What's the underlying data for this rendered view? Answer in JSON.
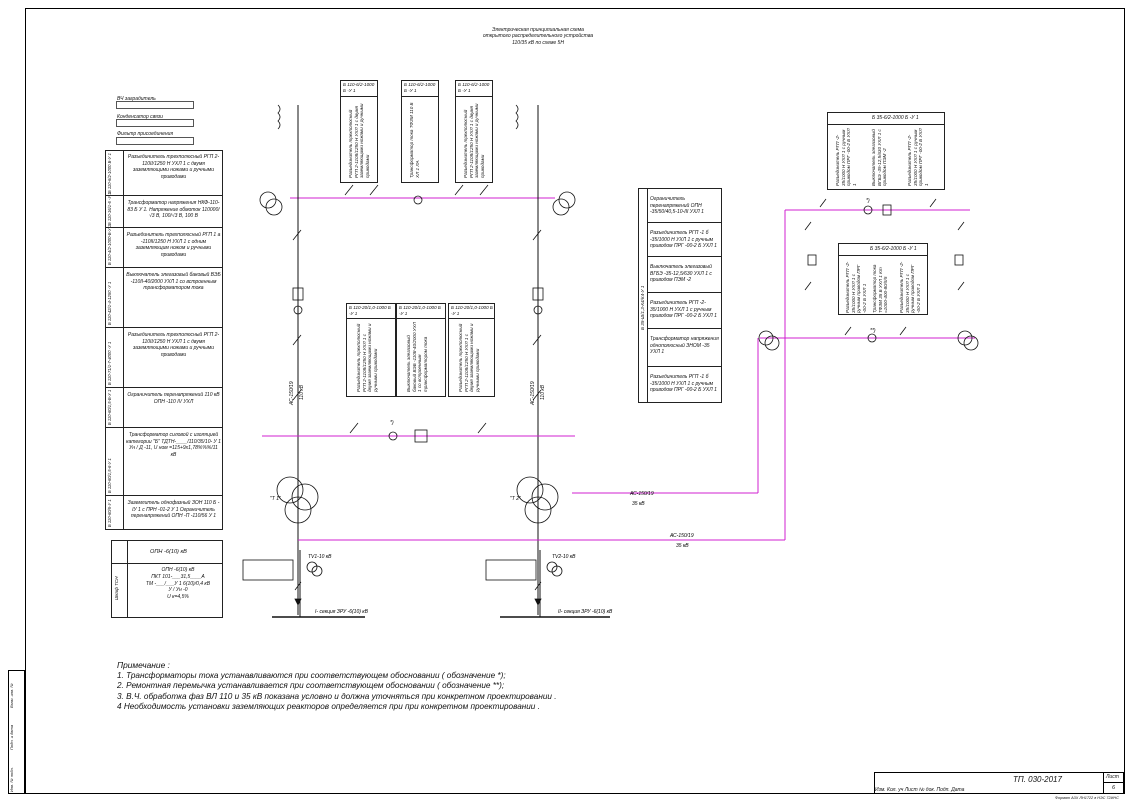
{
  "header": {
    "line1": "Электрическая принципиальная схема",
    "line2": "открытого распределительного устройства",
    "line3": "110/35 кВ по схеме 5Н"
  },
  "left_inputs": [
    {
      "label": "ВЧ заградитель"
    },
    {
      "label": "Конденсатор связи"
    },
    {
      "label": "Фильтр присоединения"
    }
  ],
  "left_table": [
    {
      "code": "Б 110-6/2-1000 Б-У 1",
      "desc": "Разъединитель трехполюсный РГП 2-110II/1250 Н УХЛ 1 с двумя заземляющими ножами и ручными приводами"
    },
    {
      "code": "Б 110-16/1-6 -У 1",
      "desc": "Трансформатор напряжения НКФ-110-83 Б У 1. Напряжение обмоток 110000/√3 В, 100/√3 В, 100 В"
    },
    {
      "code": "Б 110-4/2-1000-Б-У 1",
      "desc": "Разъединитель трехполюсный РГП 1 а -110II/1250 Н УХЛ 1 с одним заземляющим ножом и ручными приводами"
    },
    {
      "code": "Б 110-42/1-4-1250 -У 1",
      "desc": "Выключатель элегазовый баковый ВЭБ -110II-40/2000 УХЛ 1 со встроенным трансформатором тока"
    },
    {
      "code": "Б 110-71/1-7-4000 -У 1",
      "desc": "Разъединитель трехполюсный РГП 2-110II/1250 Н УХЛ 1 с двумя заземляющими ножами и ручными приводами"
    },
    {
      "code": "Б 110-60/1,5-Б-У 1",
      "desc": "Ограничитель перенапряжений 110 кВ ОПН -110 IV УХЛ"
    },
    {
      "code": "Б 110-60/1,5-6-У 1",
      "desc": "Трансформатор силовой с изоляцией категории \"Б\" ТДТН-____/110/35/10- У 1 Ун / Д -11, U ном =115+9х1,78%%%/11 кВ"
    },
    {
      "code": "Б 110-60/5-У 1",
      "desc": "Заземлитель однофазный ЗОН 110 Б -IУ 1 с ПРН -01-2 У 1 Ограничитель перенапряжений ОПН -П -110/56 У 1"
    }
  ],
  "ops_table": {
    "title": "ОПН -6(10) кВ",
    "side": "Шкаф ТСН",
    "lines": [
      "ОПН -6(10) кВ",
      "ПКТ 101-___31,5____А",
      "ТМ -___/___У 1 6(10)/0,4 кВ",
      "У / Ун -0",
      "U к=4,5%"
    ]
  },
  "top_boxes": [
    {
      "code": "Б 110-6/2-1000 Б -У 1",
      "desc": "Разъединитель трехполюсный РГП 2-110II/1250 Н УХЛ 1 с двумя заземляющими ножами и ручными приводами"
    },
    {
      "code": "Б 110-6/2-1000 Б -У 1",
      "desc": "Трансформатор тока ТФЗМ 110 Б ХЛ 1 ЛА"
    },
    {
      "code": "Б 110-6/2-1000 Б -У 1",
      "desc": "Разъединитель трехполюсный РГП 2-110II/1250 Н УХЛ 1 с двумя заземляющими ножами и ручными приводами"
    }
  ],
  "mid_boxes": [
    {
      "code": "Б 110-20/1,0-1000 Б -У 1",
      "desc": "Разъединитель трехполюсный РГП 2-110II/1250 Н УХЛ 1 с двумя заземляющими ножами и ручными приводами"
    },
    {
      "code": "Б 110-20/1,0-1000 Б -У 1",
      "desc": "Выключатель элегазовый баковый ВЭБ -110II-40/2000 УХЛ 1 со встроенным трансформатором тока"
    },
    {
      "code": "Б 110-20/1,0-1000 Б -У 1",
      "desc": "Разъединитель трехполюсный РГП 2-110II/1250 Н УХЛ 1 с двумя заземляющими ножами и ручными приводами"
    }
  ],
  "right_table": {
    "side_code": "Б 35-Ш/1,3-К4/К4-У 1",
    "rows": [
      "Ограничитель перенапряжений ОПН -35/50/40,5-10-III УХЛ 1",
      "Разъединитель РГП -1 б -35/1000 Н УХЛ 1 с ручным приводом ПРГ -00-2 Б УХЛ 1",
      "Выключатель элегазовый ВГБЭ -35-12,5/630 УХЛ 1 с приводом ПЭМ -2",
      "Разъединитель РГП -2-35/1000 Н УХЛ 1 с ручным приводом ПРГ -00-2 Б УХЛ 1",
      "Трансформатор напряжения однополюсный ЗНОМ -35 УХЛ 1",
      "Разъединитель РГП -1 б -35/1000 Н УХЛ 1 с ручным приводом ПРГ -00-2 Б УХЛ 1"
    ]
  },
  "right_top_box": {
    "code": "Б 35-6/2-1000 Б -У 1",
    "cols": [
      "Разъединитель РГП -2-35/1000 Н УХЛ 1 с ручным приводом ПРГ -00-2 Б УХЛ 1",
      "Выключатель элегазовый ВГБЭ -35-12,5/630 УХЛ 1 с приводом ПЭМ -2",
      "Разъединитель РГП -2-35/1000 Н УХЛ 1 с ручным приводом ПРГ -00-2 Б УХЛ 1"
    ]
  },
  "right_mid_box": {
    "code": "Б 35-6/2-1000 Б -У 1",
    "cols": [
      "Разъединитель РГП -2-35/1000 Н УХЛ 1 с ручным приводом ПРГ -00-2 Б УХЛ 1",
      "Трансформатор тока ТФЗМ 35 Б УХЛ 1 Кт =1000-400-80/5/5",
      "Разъединитель РГП -2-35/1000 Н УХЛ 1 с ручным приводом ПРГ -00-2 Б УХЛ 1"
    ]
  },
  "labels": {
    "ac_left": "АС-150/19",
    "kv_left": "110 кВ",
    "ac_right": "АС-150/19",
    "kv_right": "110 кВ",
    "star1": "*)",
    "star2": "*)",
    "star3": "**)",
    "t1": "\"Т 1\"",
    "t2": "\"Т 2\"",
    "ac35a": "АС-150/19",
    "kv35a": "35 кВ",
    "ac35b": "АС-150/19",
    "kv35b": "35 кВ",
    "tv1": "ТV1-10 кВ",
    "tv2": "ТV2-10 кВ",
    "sec1": "I- секция ЗРУ -6(10) кВ",
    "sec2": "II- секция ЗРУ -6(10) кВ"
  },
  "notes": {
    "title": "Примечание :",
    "items": [
      "1. Трансформаторы тока устанавливаются при соответствующем обосновании ( обозначение *);",
      "2. Ремонтная перемычка устанавливается при соответствующем обосновании ( обозначение **);",
      "3. В.Ч. обработка фаз ВЛ 110 и 35 кВ показана условно и должна уточняться при конкретном проектировании .",
      "4 Необходимость установки заземляющих реакторов определяется при при конкретном проектировании ."
    ]
  },
  "title_block": {
    "doc": "ТП. 030-2017",
    "sheet_label": "Лист",
    "sheet_no": "6",
    "cols": "Изм. Кол. уч Лист № док. Подп. Дата",
    "footer": "Формат А3Х ЛН1722 в НЭС 72ИНС"
  },
  "stamp_left": [
    "Инв. № подл.",
    "Подп. и дата",
    "Взам. инв. №"
  ],
  "colors": {
    "wire": "#d020d0",
    "dark": "#111111"
  }
}
